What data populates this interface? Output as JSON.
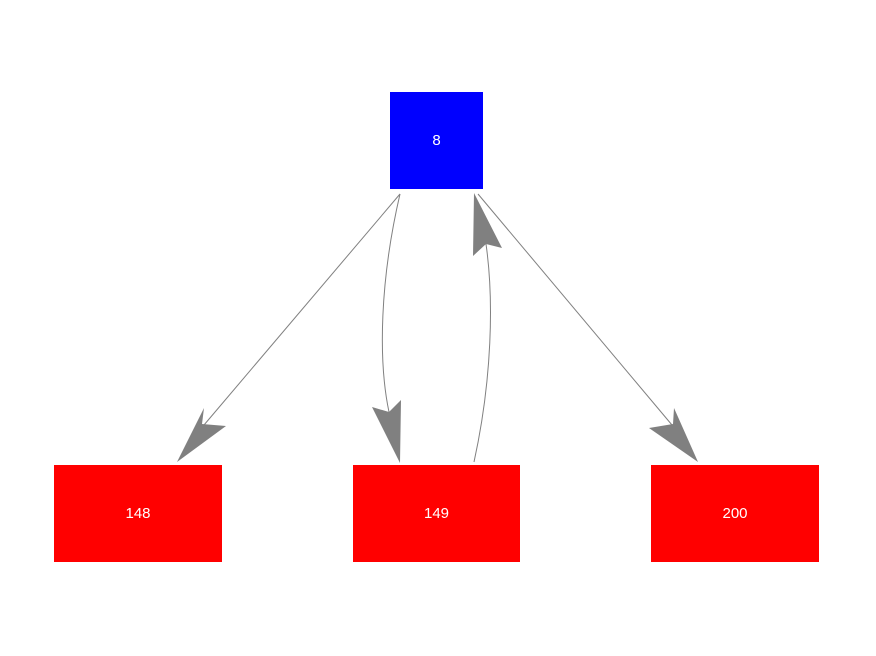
{
  "nodes": {
    "root": {
      "label": "8",
      "color": "#0000ff"
    },
    "a": {
      "label": "148",
      "color": "#ff0000"
    },
    "b": {
      "label": "149",
      "color": "#ff0000"
    },
    "c": {
      "label": "200",
      "color": "#ff0000"
    }
  },
  "edges": [
    {
      "from": "8",
      "to": "148"
    },
    {
      "from": "8",
      "to": "149"
    },
    {
      "from": "149",
      "to": "8"
    },
    {
      "from": "8",
      "to": "200"
    }
  ],
  "edge_color": "#808080"
}
